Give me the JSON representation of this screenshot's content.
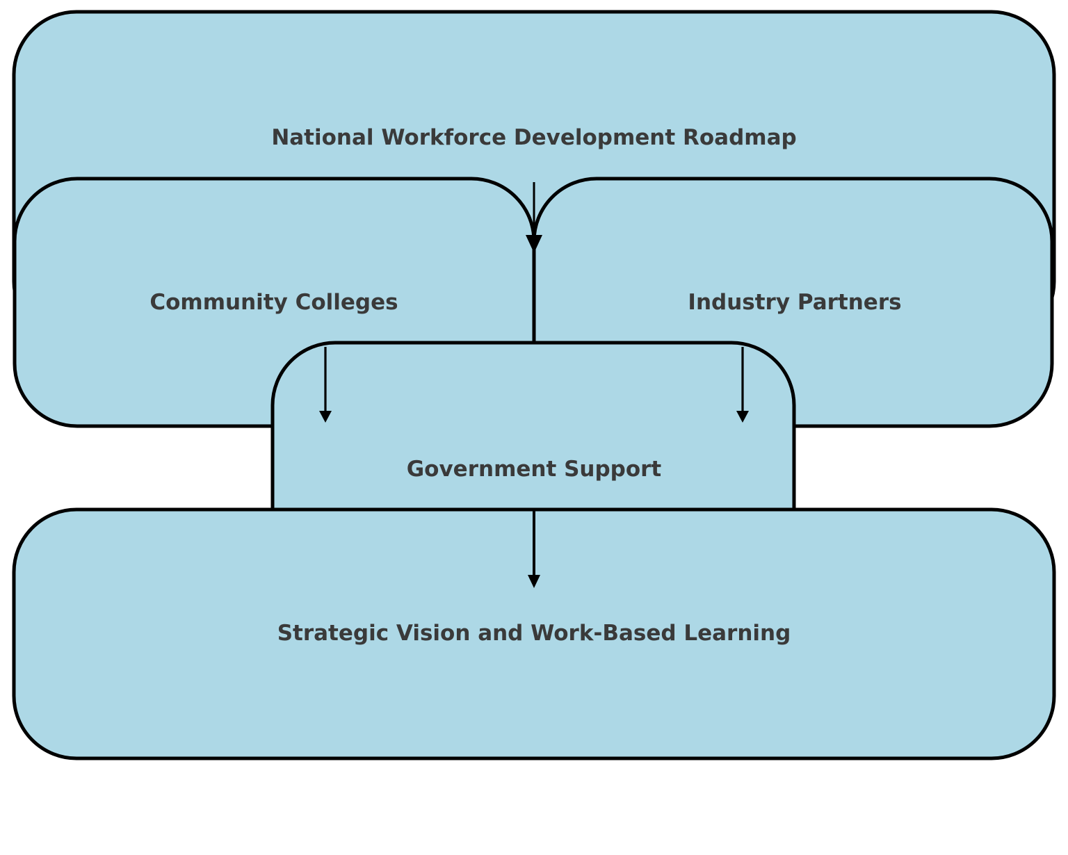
{
  "diagram": {
    "background_color": "#ffffff",
    "node_fill_color": "#add8e6",
    "node_border_color": "#000000",
    "label_color": "#3a3a3a",
    "arrow_color": "#000000",
    "nodes": [
      {
        "id": "roadmap",
        "label": "National Workforce Development Roadmap"
      },
      {
        "id": "community-colleges",
        "label": "Community Colleges"
      },
      {
        "id": "industry-partners",
        "label": "Industry Partners"
      },
      {
        "id": "government-support",
        "label": "Government Support"
      },
      {
        "id": "strategic-vision",
        "label": "Strategic Vision and Work-Based Learning"
      }
    ],
    "edges": [
      {
        "from": "roadmap",
        "to": "government-support"
      },
      {
        "from": "community-colleges",
        "to": "government-support"
      },
      {
        "from": "industry-partners",
        "to": "government-support"
      },
      {
        "from": "government-support",
        "to": "strategic-vision"
      }
    ]
  }
}
